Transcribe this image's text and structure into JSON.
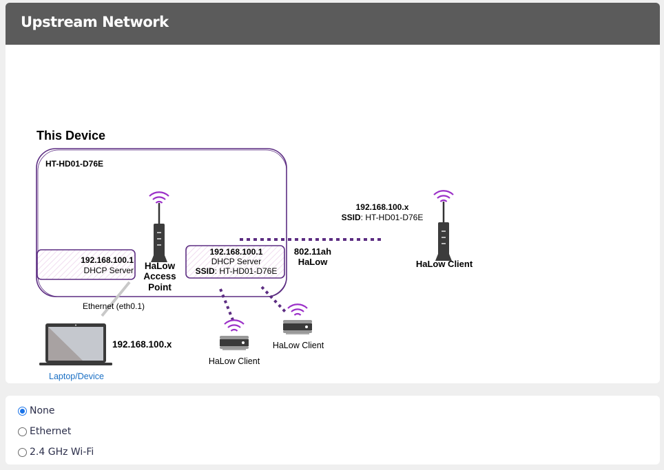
{
  "header": {
    "title": "Upstream Network"
  },
  "diagram": {
    "section_title": "This Device",
    "device_name": "HT-HD01-D76E",
    "eth_box": {
      "ip": "192.168.100.1",
      "role": "DHCP Server"
    },
    "ap": {
      "label_line1": "HaLow",
      "label_line2": "Access",
      "label_line3": "Point"
    },
    "halow_box": {
      "ip": "192.168.100.1",
      "role": "DHCP Server",
      "ssid_label": "SSID",
      "ssid_value": ": HT-HD01-D76E"
    },
    "link_label_line1": "802.11ah",
    "link_label_line2": "HaLow",
    "remote_client": {
      "ip": "192.168.100.x",
      "ssid_label": "SSID",
      "ssid_value": ": HT-HD01-D76E",
      "label": "HaLow Client"
    },
    "client_left_label": "HaLow Client",
    "client_right_label": "HaLow Client",
    "ethernet_label": "Ethernet (eth0.1)",
    "laptop_ip": "192.168.100.x",
    "laptop_label": "Laptop/Device"
  },
  "options": {
    "items": [
      {
        "label": "None",
        "checked": true
      },
      {
        "label": "Ethernet",
        "checked": false
      },
      {
        "label": "2.4 GHz Wi-Fi",
        "checked": false
      }
    ]
  },
  "colors": {
    "header_bg": "#5b5b5b",
    "accent_purple": "#5c2d82",
    "wifi_purple": "#9b30c8",
    "radio_blue": "#1a73e8",
    "link_blue": "#1a6fc4"
  }
}
